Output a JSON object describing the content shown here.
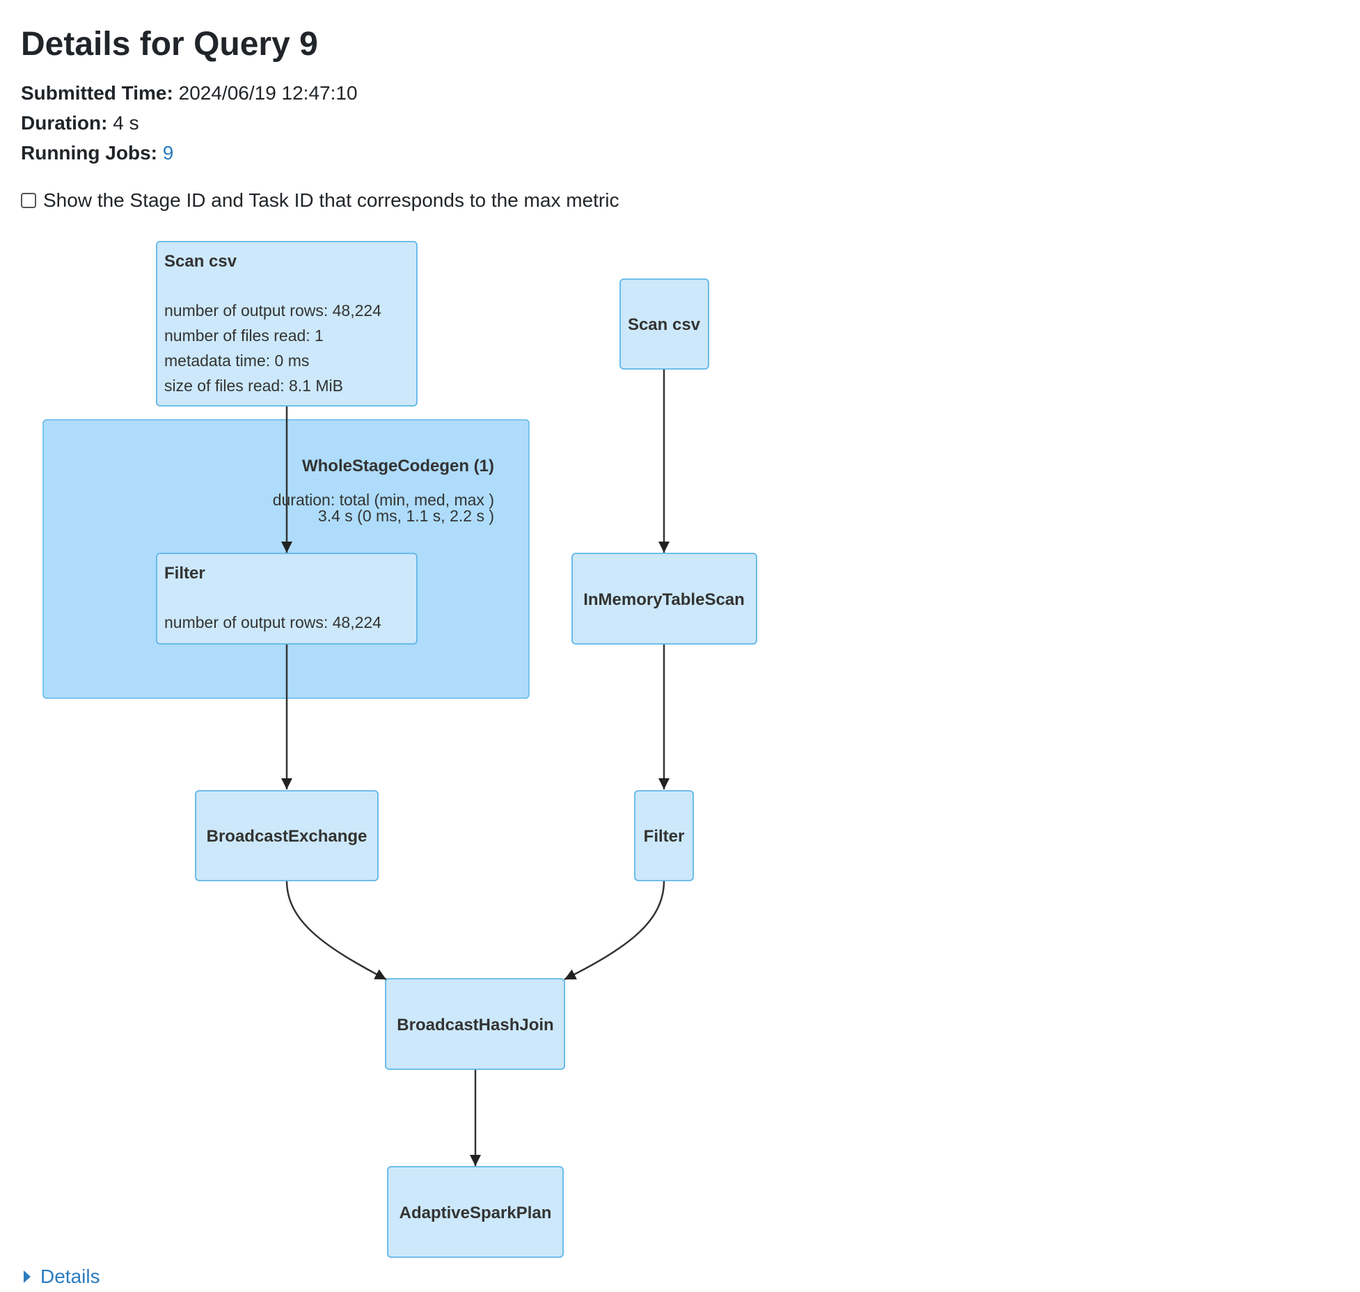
{
  "page": {
    "title": "Details for Query 9"
  },
  "summary": {
    "submitted_label": "Submitted Time:",
    "submitted_value": "2024/06/19 12:47:10",
    "duration_label": "Duration:",
    "duration_value": "4 s",
    "running_jobs_label": "Running Jobs:",
    "running_jobs_value": "9"
  },
  "options": {
    "show_stage_task_label": "Show the Stage ID and Task ID that corresponds to the max metric",
    "show_stage_task_checked": false
  },
  "plan": {
    "cluster": {
      "title": "WholeStageCodegen (1)",
      "metric_line1": "duration: total (min, med, max )",
      "metric_line2": "3.4 s (0 ms, 1.1 s, 2.2 s )"
    },
    "nodes": {
      "scan_csv_left": {
        "title": "Scan csv",
        "metrics": [
          "number of output rows: 48,224",
          "number of files read: 1",
          "metadata time: 0 ms",
          "size of files read: 8.1 MiB"
        ]
      },
      "filter_left": {
        "title": "Filter",
        "metrics": [
          "number of output rows: 48,224"
        ]
      },
      "scan_csv_right": {
        "title": "Scan csv"
      },
      "in_memory_table_scan": {
        "title": "InMemoryTableScan"
      },
      "broadcast_exchange": {
        "title": "BroadcastExchange"
      },
      "filter_right": {
        "title": "Filter"
      },
      "broadcast_hash_join": {
        "title": "BroadcastHashJoin"
      },
      "adaptive_spark_plan": {
        "title": "AdaptiveSparkPlan"
      }
    }
  },
  "details_toggle": {
    "label": "Details"
  },
  "colors": {
    "node_fill": "#cce8fa",
    "node_stroke": "#5fb6e8",
    "cluster_fill": "#aedcfa",
    "edge": "#333333",
    "link": "#2a7bbf"
  }
}
